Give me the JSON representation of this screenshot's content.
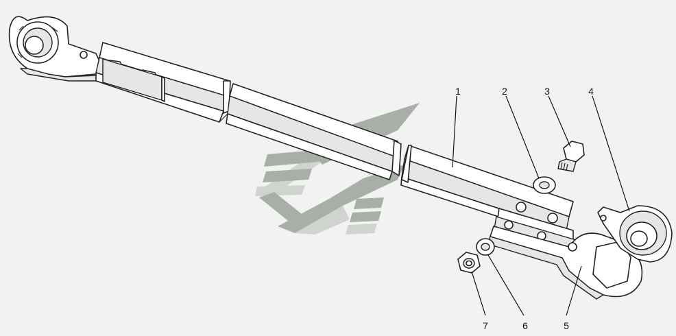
{
  "callouts": [
    {
      "id": "callout-1",
      "label": "1"
    },
    {
      "id": "callout-2",
      "label": "2"
    },
    {
      "id": "callout-3",
      "label": "3"
    },
    {
      "id": "callout-4",
      "label": "4"
    },
    {
      "id": "callout-5",
      "label": "5"
    },
    {
      "id": "callout-6",
      "label": "6"
    },
    {
      "id": "callout-7",
      "label": "7"
    }
  ],
  "colors": {
    "background": "#f2f2f2",
    "line": "#222222",
    "watermark_dark": "#9aa49a",
    "watermark_light": "#c9cfc9"
  }
}
